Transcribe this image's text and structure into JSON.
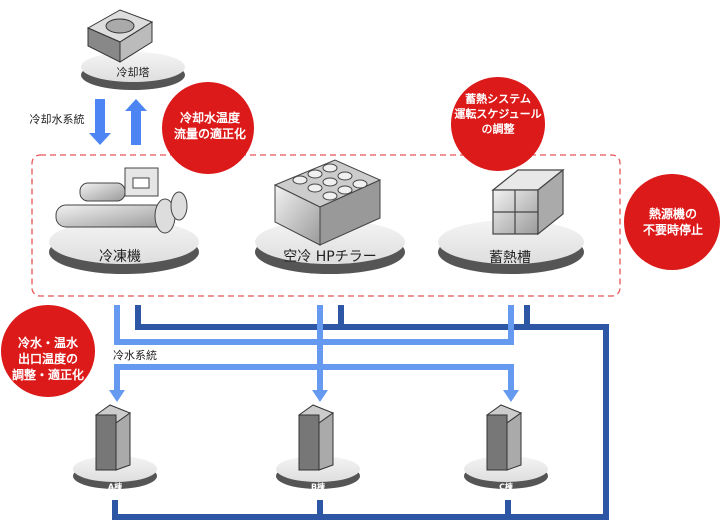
{
  "colors": {
    "supply_pipe": "#6699f0",
    "return_pipe": "#2d56a5",
    "badge": "#dc1a1a",
    "dashed_frame": "#e55555"
  },
  "equipment": {
    "cooling_tower": "冷却塔",
    "chiller": "冷凍機",
    "air_hp_chiller": "空冷 HPチラー",
    "thermal_storage_tank": "蓄熱槽"
  },
  "systems": {
    "cooling_water": "冷却水系統",
    "chilled_water": "冷水系統"
  },
  "buildings": [
    "A棟",
    "B棟",
    "C棟"
  ],
  "badges": {
    "cooling_water": [
      "冷却水温度",
      "流量の適正化"
    ],
    "storage": [
      "蓄熱システム",
      "運転スケジュール",
      "の調整"
    ],
    "stop": [
      "熱源機の",
      "不要時停止"
    ],
    "outlet": [
      "冷水・温水",
      "出口温度の",
      "調整・適正化"
    ]
  }
}
